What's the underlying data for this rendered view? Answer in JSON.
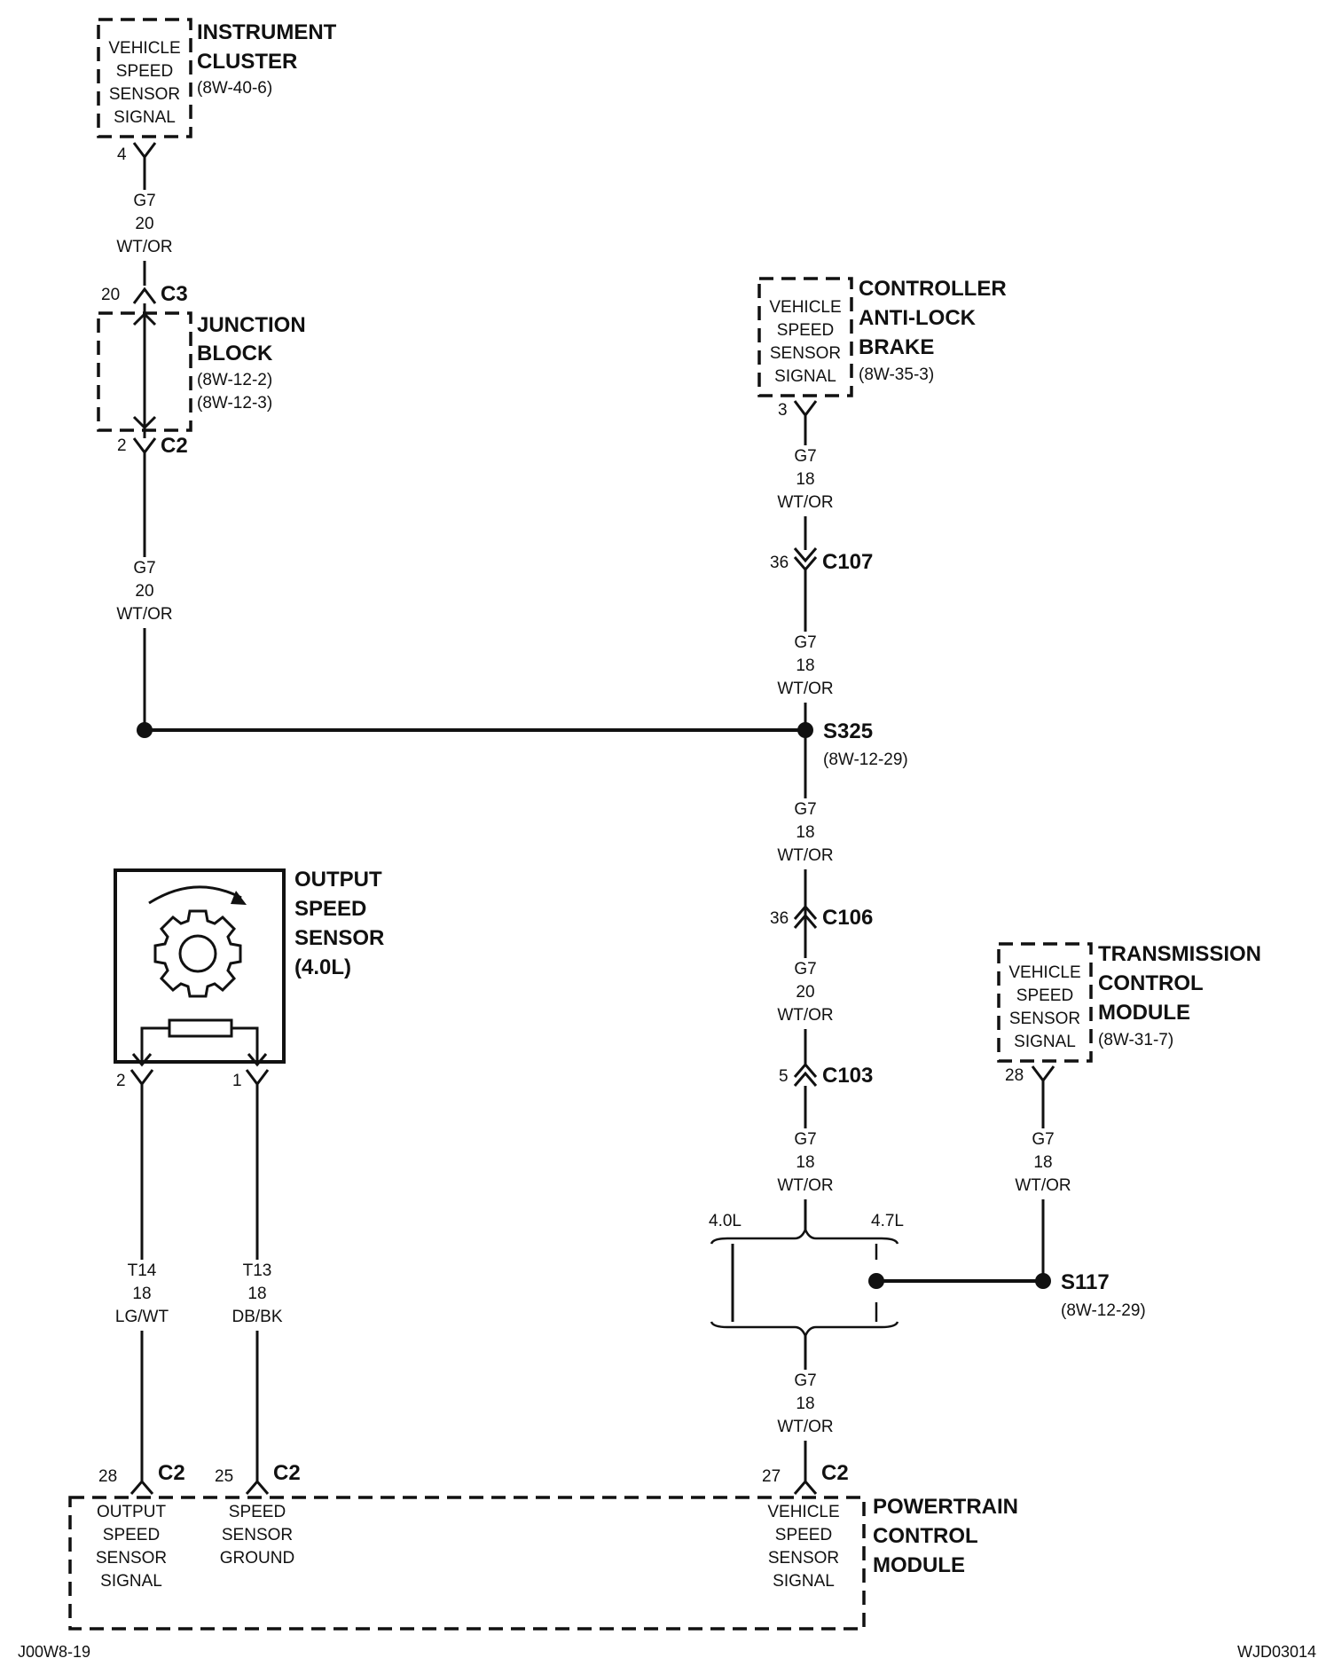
{
  "components": {
    "instrument_cluster": {
      "title1": "INSTRUMENT",
      "title2": "CLUSTER",
      "ref": "(8W-40-6)",
      "box": [
        "VEHICLE",
        "SPEED",
        "SENSOR",
        "SIGNAL"
      ],
      "pin": "4"
    },
    "junction_block": {
      "title1": "JUNCTION",
      "title2": "BLOCK",
      "ref1": "(8W-12-2)",
      "ref2": "(8W-12-3)",
      "top_pin": "20",
      "top_conn": "C3",
      "bot_pin": "2",
      "bot_conn": "C2"
    },
    "abs_controller": {
      "title1": "CONTROLLER",
      "title2": "ANTI-LOCK",
      "title3": "BRAKE",
      "ref": "(8W-35-3)",
      "box": [
        "VEHICLE",
        "SPEED",
        "SENSOR",
        "SIGNAL"
      ],
      "pin": "3"
    },
    "output_speed_sensor": {
      "title1": "OUTPUT",
      "title2": "SPEED",
      "title3": "SENSOR",
      "title4": "(4.0L)",
      "pin_left": "2",
      "pin_right": "1"
    },
    "tcm": {
      "title1": "TRANSMISSION",
      "title2": "CONTROL",
      "title3": "MODULE",
      "ref": "(8W-31-7)",
      "box": [
        "VEHICLE",
        "SPEED",
        "SENSOR",
        "SIGNAL"
      ],
      "pin": "28"
    },
    "pcm": {
      "title1": "POWERTRAIN",
      "title2": "CONTROL",
      "title3": "MODULE",
      "pins": [
        {
          "pin": "28",
          "conn": "C2",
          "label": [
            "OUTPUT",
            "SPEED",
            "SENSOR",
            "SIGNAL"
          ]
        },
        {
          "pin": "25",
          "conn": "C2",
          "label": [
            "SPEED",
            "SENSOR",
            "GROUND"
          ]
        },
        {
          "pin": "27",
          "conn": "C2",
          "label": [
            "VEHICLE",
            "SPEED",
            "SENSOR",
            "SIGNAL"
          ]
        }
      ]
    }
  },
  "wires": {
    "ic_to_jb": [
      "G7",
      "20",
      "WT/OR"
    ],
    "jb_to_s325": [
      "G7",
      "20",
      "WT/OR"
    ],
    "abs_to_c107": [
      "G7",
      "18",
      "WT/OR"
    ],
    "c107_to_s325": [
      "G7",
      "18",
      "WT/OR"
    ],
    "s325_to_c106": [
      "G7",
      "18",
      "WT/OR"
    ],
    "c106_to_c103": [
      "G7",
      "20",
      "WT/OR"
    ],
    "c103_to_option": [
      "G7",
      "18",
      "WT/OR"
    ],
    "tcm_to_s117": [
      "G7",
      "18",
      "WT/OR"
    ],
    "option_to_pcm": [
      "G7",
      "18",
      "WT/OR"
    ],
    "oss_signal": [
      "T14",
      "18",
      "LG/WT"
    ],
    "oss_ground": [
      "T13",
      "18",
      "DB/BK"
    ]
  },
  "connectors": {
    "c107": {
      "pin": "36",
      "name": "C107"
    },
    "c106": {
      "pin": "36",
      "name": "C106"
    },
    "c103": {
      "pin": "5",
      "name": "C103"
    }
  },
  "splices": {
    "s325": {
      "name": "S325",
      "ref": "(8W-12-29)"
    },
    "s117": {
      "name": "S117",
      "ref": "(8W-12-29)"
    }
  },
  "options": {
    "left": "4.0L",
    "right": "4.7L"
  },
  "footer": {
    "left": "J00W8-19",
    "right": "WJD03014"
  }
}
